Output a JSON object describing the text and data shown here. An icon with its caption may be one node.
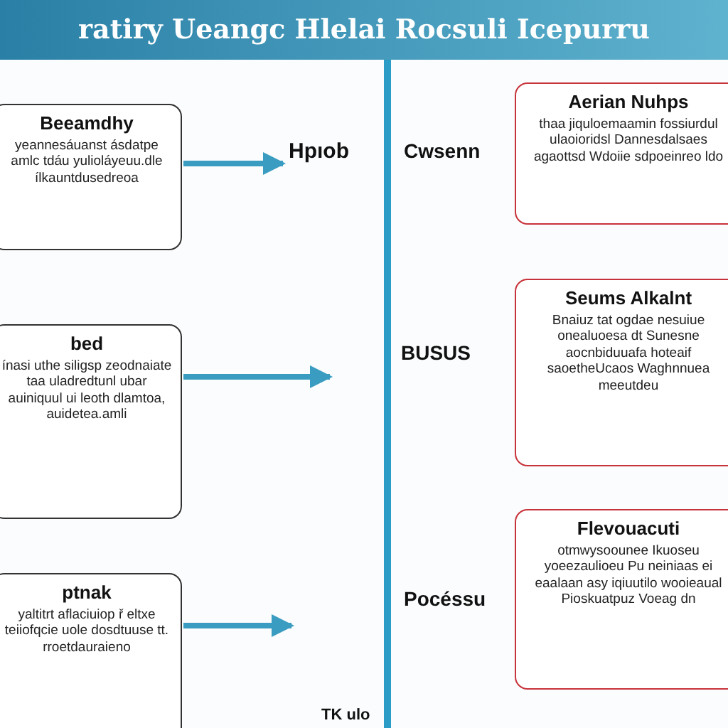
{
  "diagram": {
    "title": "ratiry Ueangc Hlelai Rocsuli Icepurru",
    "nodes": [
      {
        "text": [
          "Beeamdhy",
          "yeannesáuanst ásdatpe amlc tdáu yulioláyeuu.dle ílkauntdusedreoa"
        ]
      },
      {
        "text": [
          "bed",
          "ínasi uthe siligsp zeodnaiate taa uladredtunl ubar auiniquul ui leoth dlamtoa, auidetea.amli"
        ]
      },
      {
        "text": [
          "ptnak",
          "yaltitrt aflaciuiop ř eltxe teiiofqcie uole dosdtuuse tt. rroetdauraieno"
        ]
      },
      {
        "text": [
          "Hpıob"
        ]
      },
      {
        "text": [
          "Aerian Nuhps",
          "thaa jiquloemaamin fossiurdul ulaoioridsl Dannesdalsaes agaottsd Wdoiie sdpoeinreo ldo"
        ]
      },
      {
        "text": [
          "Seums Alkalnt",
          "Bnaiuz tat ogdae nesuiue onealuoesa dt Sunesne aocnbiduuafa hoteaif saoetheUcaos Waghnnuea meeutdeu"
        ]
      },
      {
        "text": [
          "Flevouacuti",
          "otmwysoounee Ikuoseu yoeezaulioeu Pu neiniaas ei eaalaan asy iqiuutilo wooieaual Pioskuatpuz Voeag dn"
        ]
      }
    ],
    "edges": [
      {
        "from": 0,
        "to": 3,
        "arrow": "to"
      },
      {
        "from": 1,
        "to": null,
        "arrow": "to"
      },
      {
        "from": 2,
        "to": null,
        "arrow": "to"
      }
    ],
    "labels": [
      "Cwsenn",
      "BUSUS",
      "Pocéssu",
      "TK ulo"
    ]
  }
}
